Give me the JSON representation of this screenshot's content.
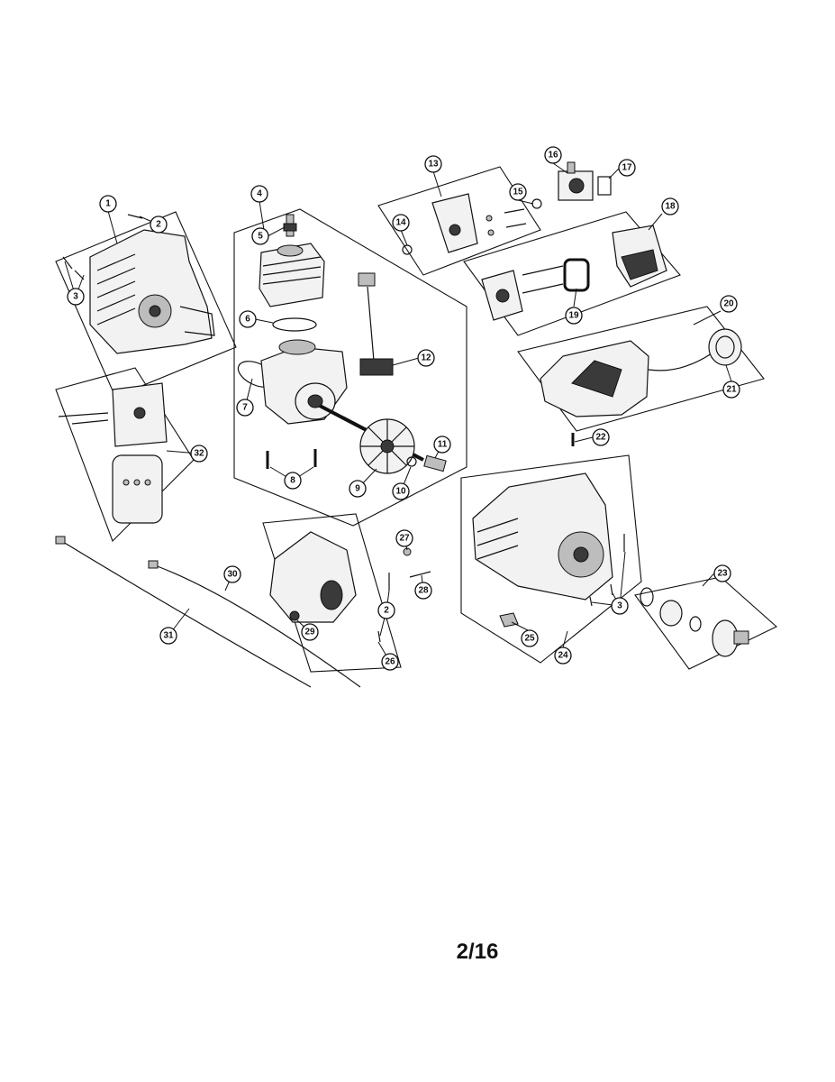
{
  "page_number": "2/16",
  "callouts": [
    "1",
    "2",
    "3",
    "4",
    "5",
    "6",
    "7",
    "8",
    "9",
    "10",
    "11",
    "12",
    "13",
    "14",
    "15",
    "16",
    "17",
    "18",
    "19",
    "20",
    "21",
    "22",
    "23",
    "24",
    "25",
    "26",
    "27",
    "28",
    "29",
    "30",
    "31",
    "32"
  ]
}
